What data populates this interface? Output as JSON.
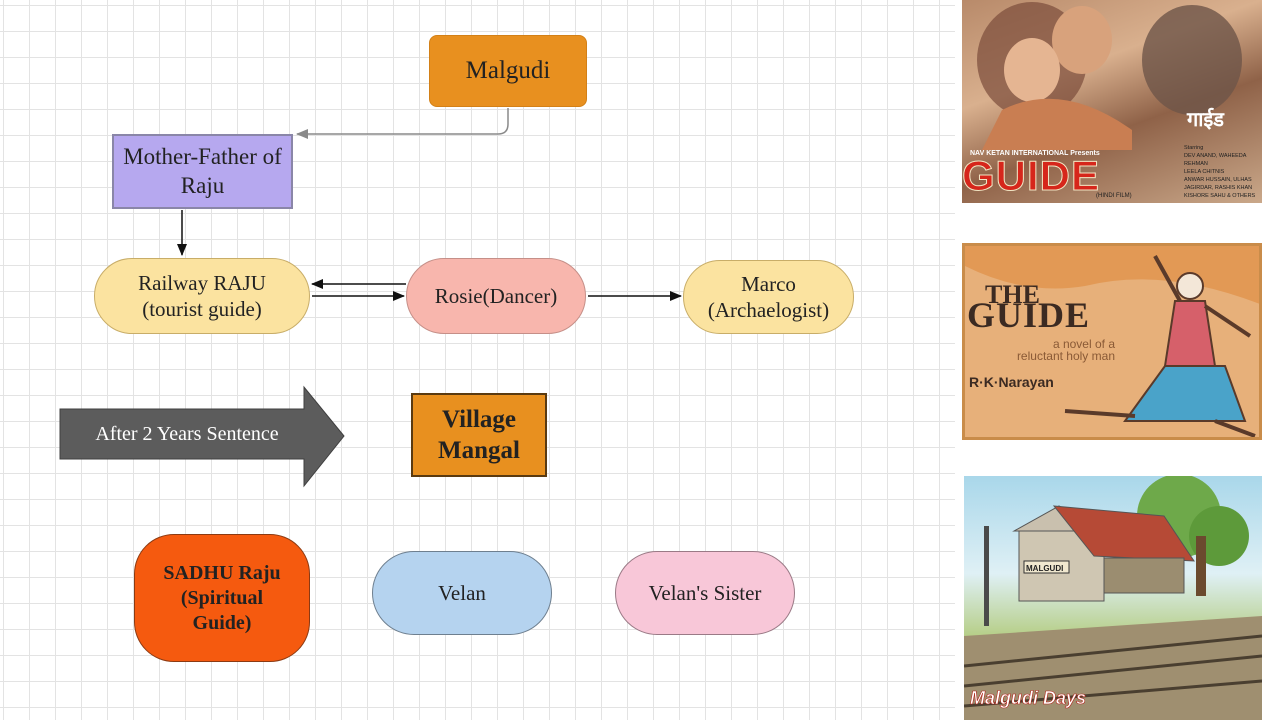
{
  "nodes": {
    "malgudi": "Malgudi",
    "parents": "Mother-Father of Raju",
    "raju": "Railway RAJU (tourist guide)",
    "rosie": "Rosie(Dancer)",
    "marco": "Marco (Archaelogist)",
    "after": "After 2 Years Sentence",
    "village": "Village Mangal",
    "sadhu": "SADHU Raju (Spiritual Guide)",
    "velan": "Velan",
    "sister": "Velan's Sister"
  },
  "images": {
    "film_poster": {
      "title": "GUIDE",
      "presenter": "NAV KETAN INTERNATIONAL Presents",
      "hindi_title": "गाईड",
      "tag": "(HINDI FILM)",
      "credits": [
        "Starring",
        "DEV ANAND, WAHEEDA REHMAN",
        "LEELA CHITNIS",
        "ANWAR HUSSAIN, ULHAS",
        "JAGIRDAR, RASHIS KHAN",
        "KISHORE SAHU & OTHERS"
      ]
    },
    "book_cover": {
      "title_line1": "THE",
      "title_line2": "GUIDE",
      "subtitle": "a novel of a reluctant holy man",
      "author": "R·K·Narayan"
    },
    "malgudi_days": {
      "station_sign": "MALGUDI",
      "title": "Malgudi Days"
    }
  },
  "colors": {
    "malgudi": "#e8901f",
    "parents": "#b6a8ef",
    "raju": "#fbe3a0",
    "rosie": "#f8b6ad",
    "marco": "#fbe3a0",
    "arrow_big": "#5c5c5c",
    "village": "#e8901f",
    "sadhu": "#f55a0f",
    "velan": "#b5d3ef",
    "sister": "#f8c7d8"
  }
}
